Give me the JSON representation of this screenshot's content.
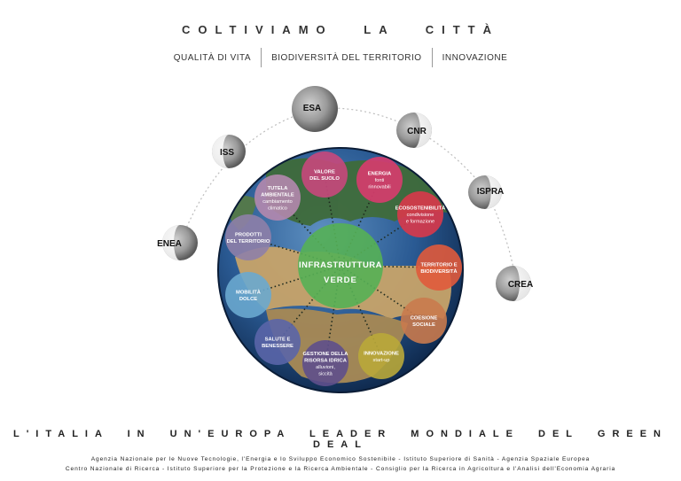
{
  "header": {
    "title": "COLTIVIAMO LA CITTÀ",
    "subtitles": [
      "QUALITÀ DI VITA",
      "BIODIVERSITÀ DEL TERRITORIO",
      "INNOVAZIONE"
    ]
  },
  "center": {
    "line1": "INFRASTRUTTURA",
    "line2": "VERDE"
  },
  "moons": [
    "ENEA",
    "ISS",
    "ESA",
    "CNR",
    "ISPRA",
    "CREA"
  ],
  "bubbles": [
    {
      "title": [
        "VALORE",
        "DEL SUOLO"
      ],
      "sub": [],
      "color": "#c8487c"
    },
    {
      "title": [
        "ENERGIA"
      ],
      "sub": [
        "fonti",
        "rinnovabili"
      ],
      "color": "#d83c6e"
    },
    {
      "title": [
        "ECOSOSTENIBILITÀ"
      ],
      "sub": [
        "condivisione",
        "e formazione"
      ],
      "color": "#d9384a"
    },
    {
      "title": [
        "TERRITORIO E",
        "BIODIVERSITÀ"
      ],
      "sub": [],
      "color": "#e05a3c"
    },
    {
      "title": [
        "COESIONE",
        "SOCIALE"
      ],
      "sub": [],
      "color": "#c97a4e"
    },
    {
      "title": [
        "INNOVAZIONE"
      ],
      "sub": [
        "start-up"
      ],
      "color": "#b9a83a"
    },
    {
      "title": [
        "GESTIONE DELLA",
        "RISORSA IDRICA"
      ],
      "sub": [
        "alluvioni,",
        "siccità"
      ],
      "color": "#5e4f8c"
    },
    {
      "title": [
        "SALUTE E",
        "BENESSERE"
      ],
      "sub": [],
      "color": "#5a65a8"
    },
    {
      "title": [
        "MOBILITÀ",
        "DOLCE"
      ],
      "sub": [],
      "color": "#6aa9cf"
    },
    {
      "title": [
        "PRODOTTI",
        "DEL TERRITORIO"
      ],
      "sub": [],
      "color": "#8e7fa8"
    },
    {
      "title": [
        "TUTELA",
        "AMBIENTALE"
      ],
      "sub": [
        "cambiamento",
        "climatico"
      ],
      "color": "#b488ae"
    }
  ],
  "bottom_title": "L'ITALIA IN UN'EUROPA LEADER MONDIALE DEL GREEN DEAL",
  "footer": {
    "line1": "Agenzia Nazionale per le Nuove Tecnologie, l'Energia e lo Sviluppo Economico Sostenibile - Istituto Superiore di Sanità - Agenzia Spaziale Europea",
    "line2": "Centro Nazionale di Ricerca - Istituto Superiore per la Protezione e la Ricerca Ambientale - Consiglio per la Ricerca in Agricoltura e l'Analisi dell'Economia Agraria"
  }
}
